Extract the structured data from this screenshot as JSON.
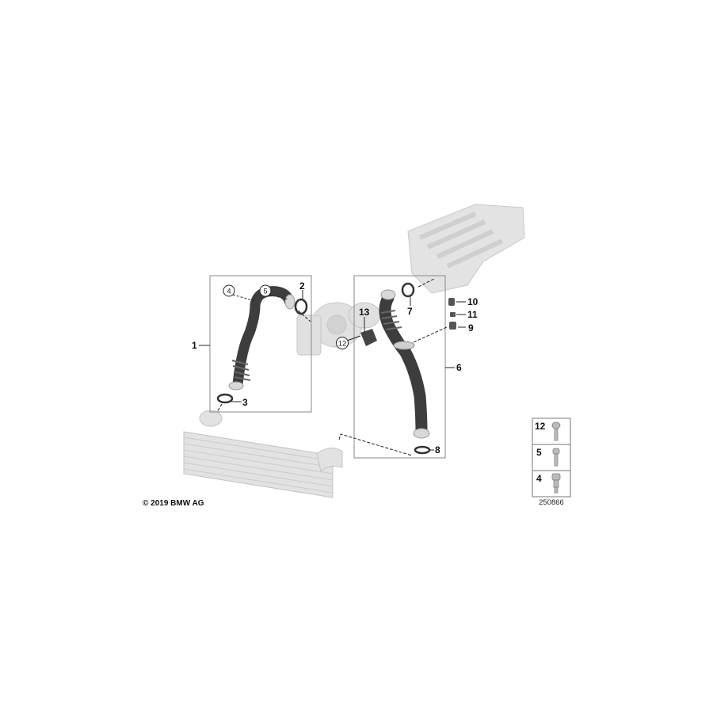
{
  "diagram": {
    "callouts": [
      {
        "id": "1",
        "label": "1"
      },
      {
        "id": "2",
        "label": "2"
      },
      {
        "id": "3",
        "label": "3"
      },
      {
        "id": "4",
        "label": "4",
        "circled": true
      },
      {
        "id": "5",
        "label": "5",
        "circled": true
      },
      {
        "id": "6",
        "label": "6"
      },
      {
        "id": "7",
        "label": "7"
      },
      {
        "id": "8",
        "label": "8"
      },
      {
        "id": "9",
        "label": "9"
      },
      {
        "id": "10",
        "label": "10"
      },
      {
        "id": "11",
        "label": "11"
      },
      {
        "id": "12",
        "label": "12",
        "circled": true
      },
      {
        "id": "13",
        "label": "13"
      }
    ],
    "legend": [
      {
        "label": "12",
        "part": "screw-with-collar"
      },
      {
        "label": "5",
        "part": "hex-socket-screw"
      },
      {
        "label": "4",
        "part": "collar-screw"
      }
    ],
    "copyright": "© 2019 BMW AG",
    "diagram_number": "250866",
    "colors": {
      "hose": "#3d3d3d",
      "context_parts": "#d9d9d9",
      "frame": "#888888"
    }
  }
}
